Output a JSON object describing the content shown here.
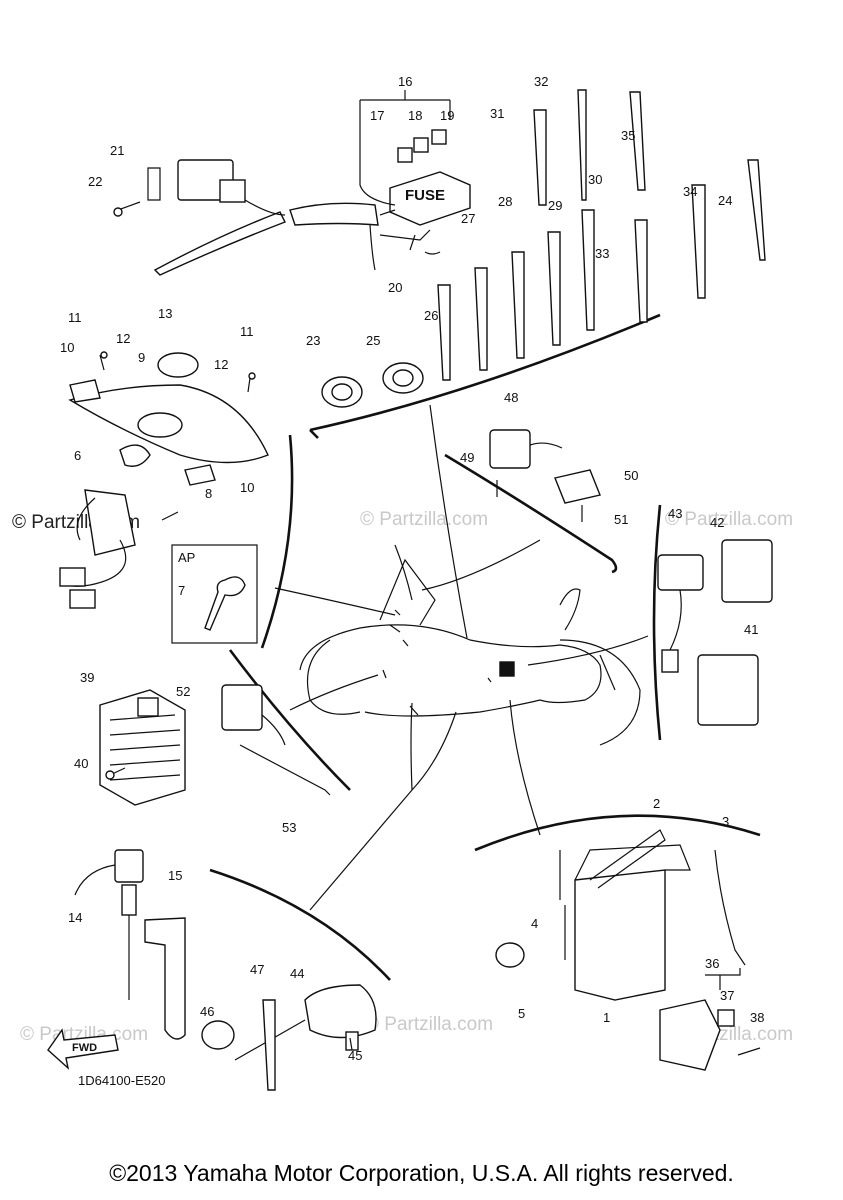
{
  "callouts": [
    "1",
    "2",
    "3",
    "4",
    "5",
    "6",
    "7",
    "8",
    "9",
    "10",
    "10",
    "11",
    "11",
    "12",
    "12",
    "13",
    "14",
    "15",
    "16",
    "17",
    "18",
    "19",
    "20",
    "21",
    "22",
    "23",
    "24",
    "25",
    "26",
    "27",
    "28",
    "29",
    "30",
    "31",
    "32",
    "33",
    "34",
    "35",
    "36",
    "37",
    "38",
    "39",
    "40",
    "41",
    "42",
    "43",
    "44",
    "45",
    "46",
    "47",
    "48",
    "49",
    "50",
    "51",
    "52",
    "53"
  ],
  "fuse_box_label": "FUSE",
  "key_box_label": "AP",
  "fwd_label": "FWD",
  "diagram_code": "1D64100-E520",
  "watermark": "© Partzilla.com",
  "copyright": "©2013 Yamaha Motor Corporation, U.S.A. All rights reserved."
}
